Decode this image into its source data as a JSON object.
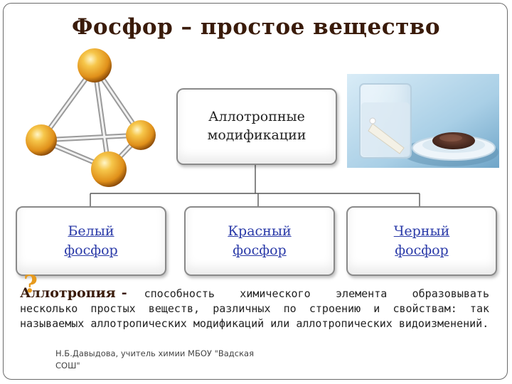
{
  "title": "Фосфор – простое вещество",
  "diagram": {
    "root": "Аллотропные модификации",
    "children": [
      {
        "label": "Белый фосфор"
      },
      {
        "label": "Красный фосфор"
      },
      {
        "label": "Черный фосфор"
      }
    ]
  },
  "definition": {
    "question_mark": "?",
    "term": "Аллотропия",
    "dash": "-",
    "text": "способность химического элемента образовывать несколько простых веществ, различных по строению и свойствам: так называемых аллотропических модификаций или аллотропических видоизменений."
  },
  "author": "Н.Б.Давыдова, учитель химии МБОУ \"Вадская СОШ\"",
  "colors": {
    "title": "#3a1b0a",
    "link": "#2a3aa8",
    "atom": "#f0a21c",
    "question_mark": "#e69a1e"
  },
  "images": {
    "molecule": "tetrahedral-p4-molecule",
    "photo": "phosphorus-samples-photo"
  }
}
